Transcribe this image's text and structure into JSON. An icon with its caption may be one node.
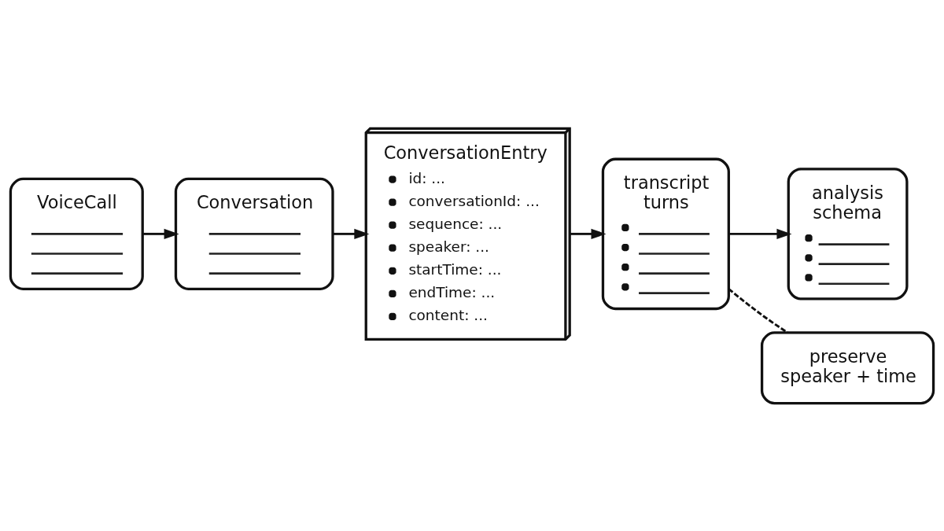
{
  "diagram": {
    "nodes": [
      {
        "text": [
          "VoiceCall"
        ]
      },
      {
        "text": [
          "Conversation"
        ]
      },
      {
        "text": [
          "ConversationEntry",
          "id: ...",
          "conversationId: ...",
          "sequence: ...",
          "speaker: ...",
          "startTime: ...",
          "endTime: ...",
          "content: ..."
        ]
      },
      {
        "text": [
          "transcript turns"
        ]
      },
      {
        "text": [
          "analysis schema"
        ]
      },
      {
        "text": [
          "preserve speaker + time"
        ]
      }
    ],
    "edges": [
      {
        "from": 0,
        "to": 1,
        "arrow": "to"
      },
      {
        "from": 1,
        "to": 2,
        "arrow": "to"
      },
      {
        "from": 2,
        "to": 3,
        "arrow": "to"
      },
      {
        "from": 3,
        "to": 4,
        "arrow": "to"
      },
      {
        "from": 3,
        "to": 5,
        "arrow": "none",
        "style": "dashed"
      }
    ]
  }
}
